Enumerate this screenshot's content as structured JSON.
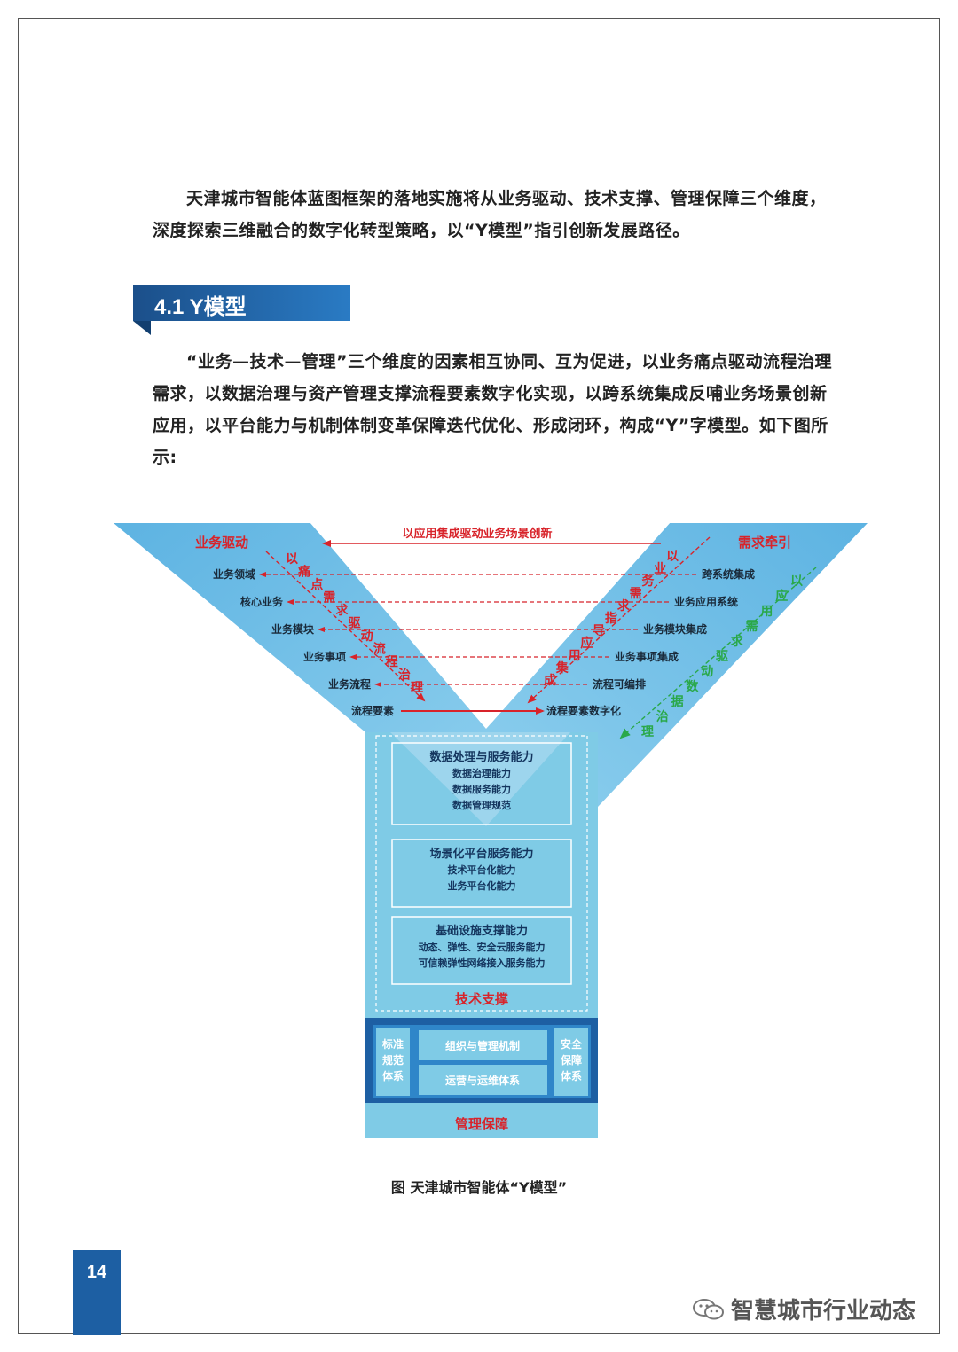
{
  "intro": {
    "text": "天津城市智能体蓝图框架的落地实施将从业务驱动、技术支撑、管理保障三个维度，深度探索三维融合的数字化转型策略，以“Y模型”指引创新发展路径。"
  },
  "section": {
    "heading": "4.1 Y模型",
    "text": "“业务—技术—管理”三个维度的因素相互协同、互为促进，以业务痛点驱动流程治理需求，以数据治理与资产管理支撑流程要素数字化实现，以跨系统集成反哺业务场景创新应用，以平台能力与机制体制变革保障迭代优化、形成闭环，构成“Y”字模型。如下图所示:"
  },
  "diagram": {
    "top_arrow_label": "以应用集成驱动业务场景创新",
    "left_title": "业务驱动",
    "right_title": "需求牵引",
    "left_items": [
      "业务领域",
      "核心业务",
      "业务模块",
      "业务事项",
      "业务流程",
      "流程要素"
    ],
    "right_items": [
      "跨系统集成",
      "业务应用系统",
      "业务模块集成",
      "业务事项集成",
      "流程可编排",
      "流程要素数字化"
    ],
    "left_diag_chars": [
      "以",
      "痛",
      "点",
      "需",
      "求",
      "驱",
      "动",
      "流",
      "程",
      "治",
      "理"
    ],
    "right_red_chars": [
      "以",
      "业",
      "务",
      "需",
      "求",
      "指",
      "导",
      "应",
      "用",
      "集",
      "成"
    ],
    "right_green_chars": [
      "以",
      "应",
      "用",
      "需",
      "求",
      "驱",
      "动",
      "数",
      "据",
      "治",
      "理"
    ],
    "tech_boxes": [
      {
        "title": "数据处理与服务能力",
        "lines": [
          "数据治理能力",
          "数据服务能力",
          "数据管理规范"
        ]
      },
      {
        "title": "场景化平台服务能力",
        "lines": [
          "技术平台化能力",
          "业务平台化能力"
        ]
      },
      {
        "title": "基础设施支撑能力",
        "lines": [
          "动态、弹性、安全云服务能力",
          "可信赖弹性网络接入服务能力"
        ]
      }
    ],
    "tech_label": "技术支撑",
    "mgmt_left": "标准规范体系",
    "mgmt_right": "安全保障体系",
    "mgmt_center": [
      "组织与管理机制",
      "运营与运维体系"
    ],
    "mgmt_label": "管理保障",
    "colors": {
      "arm": "#6ec0e6",
      "arm_light": "#a8dcf2",
      "stem": "#7fcbe6",
      "dark_blue": "#1d5fa3",
      "red": "#d8232a",
      "green": "#2aa84a"
    }
  },
  "caption": "图  天津城市智能体“Y模型”",
  "page_number": "14",
  "watermark": "智慧城市行业动态"
}
